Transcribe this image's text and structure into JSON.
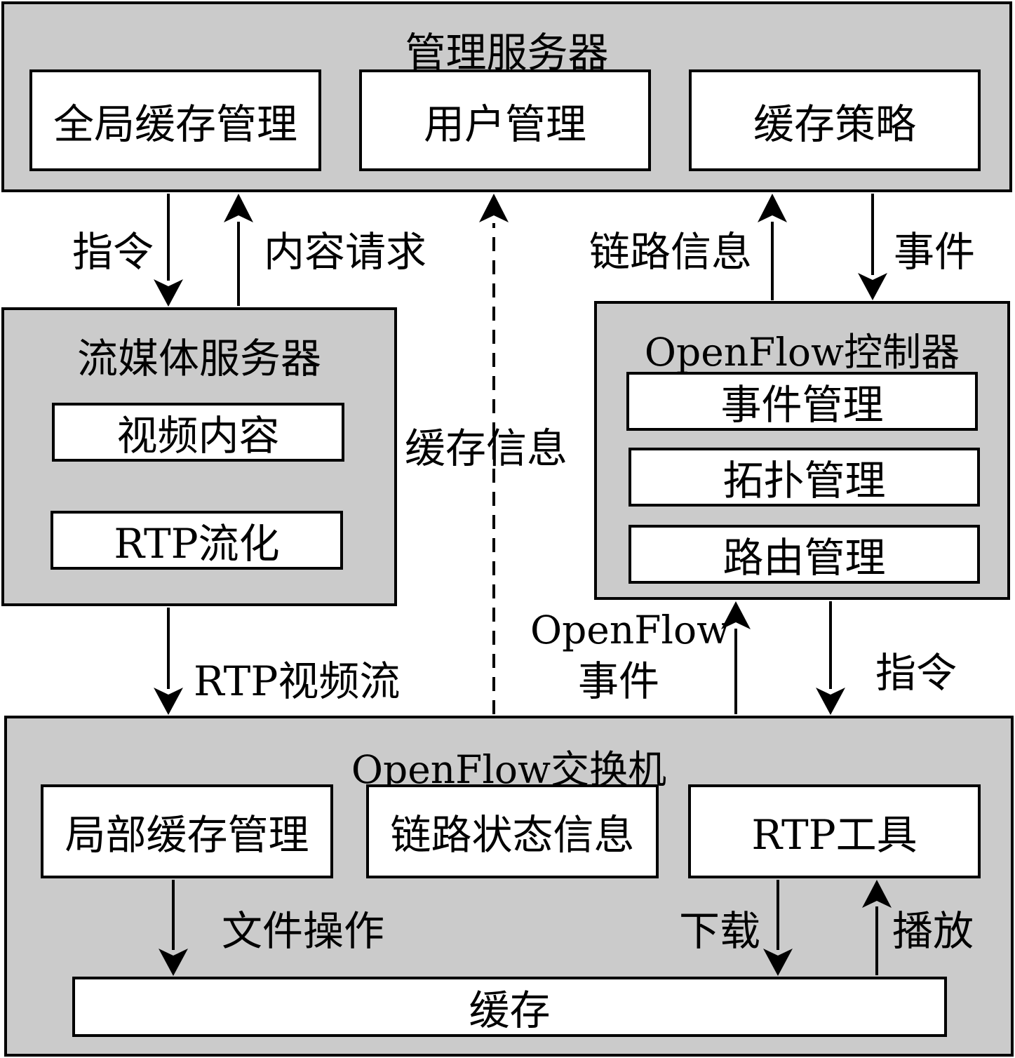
{
  "management_server": {
    "title": "管理服务器",
    "modules": [
      "全局缓存管理",
      "用户管理",
      "缓存策略"
    ]
  },
  "streaming_server": {
    "title": "流媒体服务器",
    "modules": [
      "视频内容",
      "RTP流化"
    ]
  },
  "controller": {
    "title": "OpenFlow控制器",
    "modules": [
      "事件管理",
      "拓扑管理",
      "路由管理"
    ]
  },
  "switch": {
    "title": "OpenFlow交换机",
    "modules": [
      "局部缓存管理",
      "链路状态信息",
      "RTP工具"
    ],
    "cache": "缓存"
  },
  "edges": {
    "instruction_top": "指令",
    "content_request": "内容请求",
    "cache_info": "缓存信息",
    "link_info": "链路信息",
    "event_top": "事件",
    "rtp_video_stream": "RTP视频流",
    "openflow_event_line1": "OpenFlow",
    "openflow_event_line2": "事件",
    "instruction_bottom": "指令",
    "file_operation": "文件操作",
    "download": "下载",
    "play": "播放"
  }
}
